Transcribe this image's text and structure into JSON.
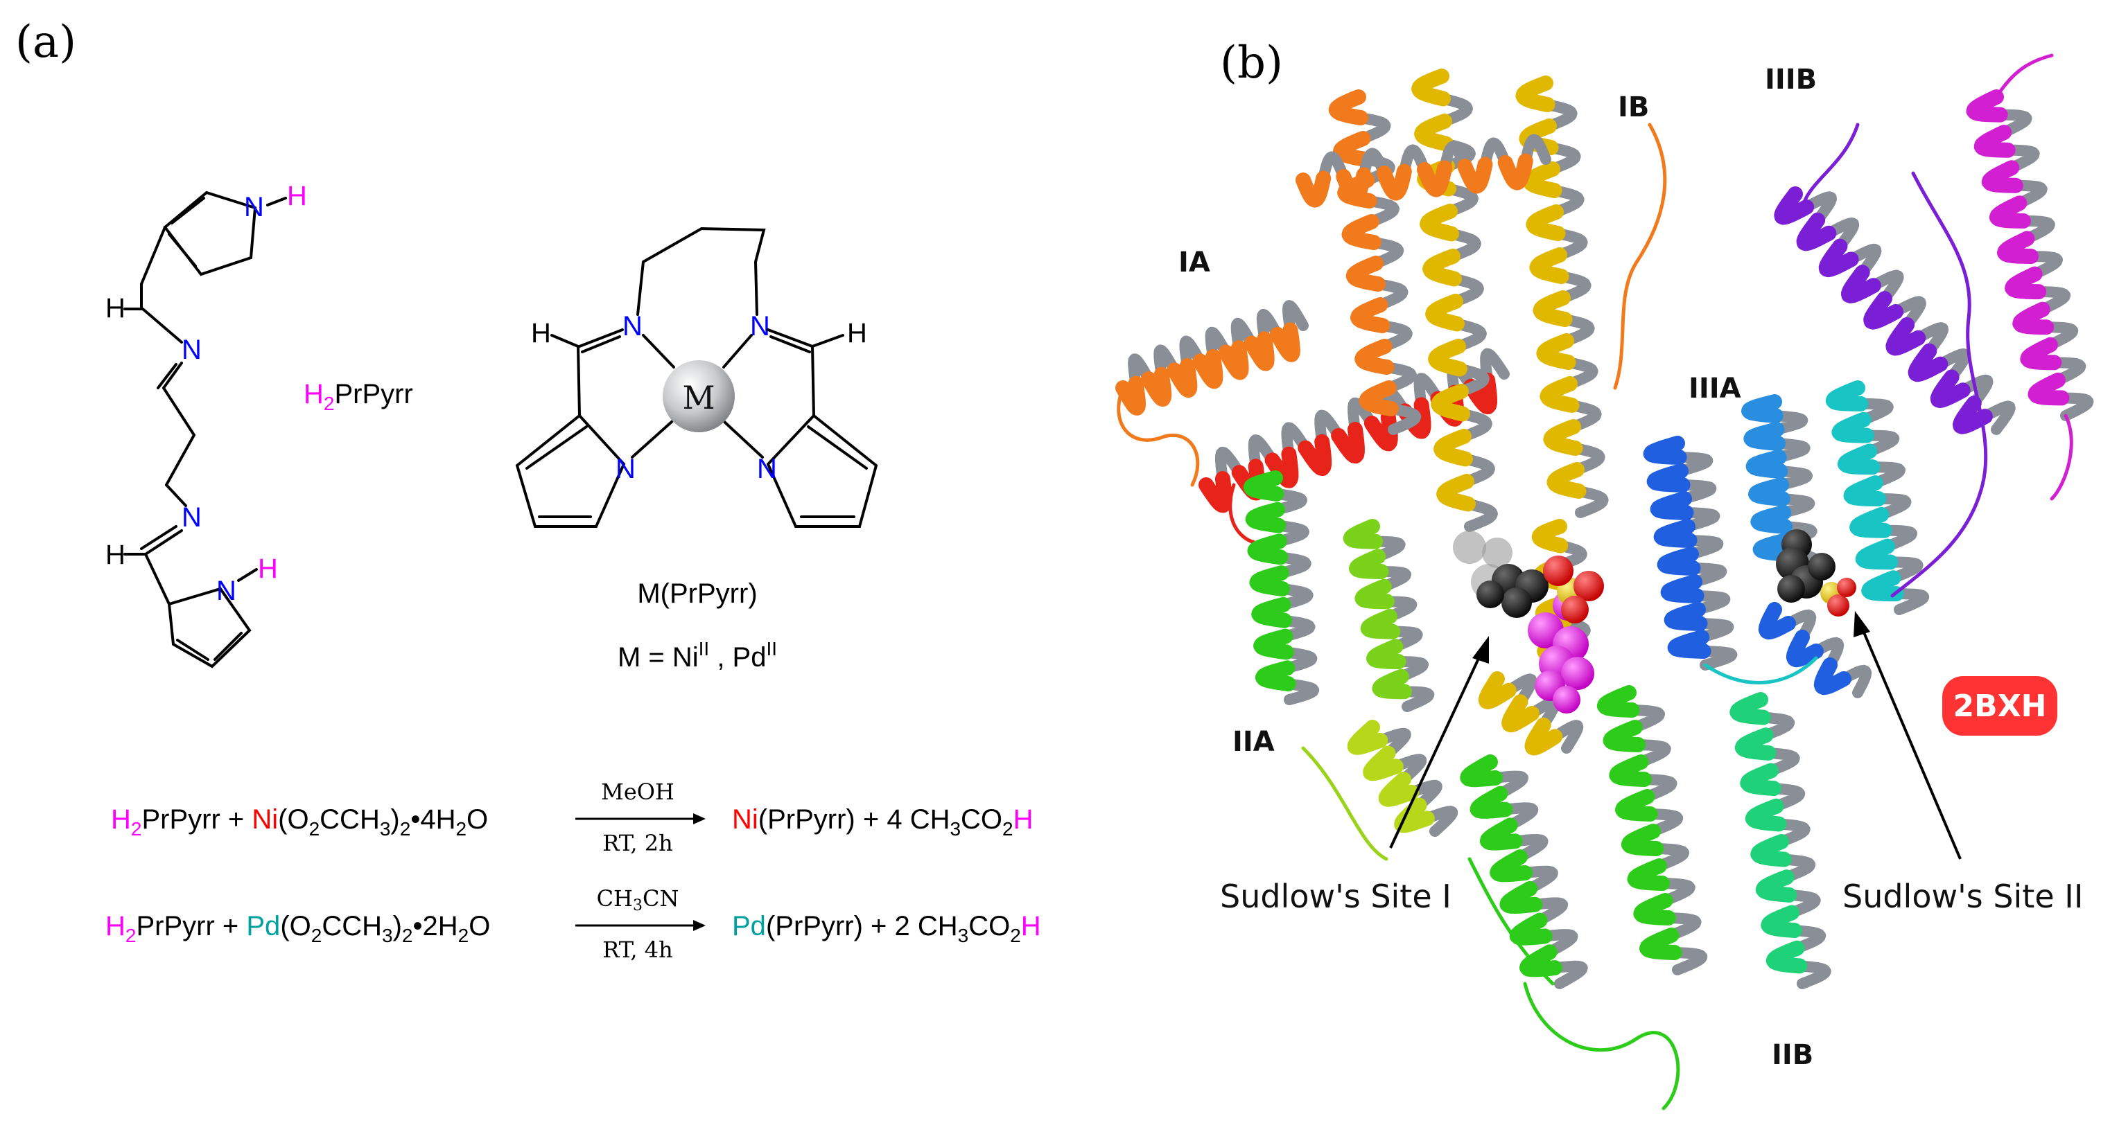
{
  "panels": {
    "a_label": "(a)",
    "b_label": "(b)"
  },
  "ligand": {
    "name_prefix": "H",
    "name_sub": "2",
    "name_rest": "PrPyrr",
    "atom_H": "H",
    "atom_N": "N"
  },
  "complex": {
    "metal": "M",
    "name": "M(PrPyrr)",
    "metal_line": {
      "lhs": "M = Ni",
      "ni_ox": "II",
      "sep": " , Pd",
      "pd_ox": "II"
    }
  },
  "reactions": [
    {
      "r1_H": "H",
      "r1_sub": "2",
      "r1_rest": "PrPyrr + ",
      "metal": "Ni",
      "metal_rest_a": "(O",
      "metal_sub1": "2",
      "metal_rest_b": "CCH",
      "metal_sub2": "3",
      "metal_rest_c": ")",
      "metal_sub3": "2",
      "hydrate": "•4H",
      "hydrate_sub": "2",
      "hydrate_end": "O",
      "solvent": "MeOH",
      "conditions": "RT, 2h",
      "p_metal": "Ni",
      "p_rest": "(PrPyrr) + 4 CH",
      "p_sub1": "3",
      "p_mid": "CO",
      "p_sub2": "2",
      "p_H": "H"
    },
    {
      "r1_H": "H",
      "r1_sub": "2",
      "r1_rest": "PrPyrr + ",
      "metal": "Pd",
      "metal_rest_a": "(O",
      "metal_sub1": "2",
      "metal_rest_b": "CCH",
      "metal_sub2": "3",
      "metal_rest_c": ")",
      "metal_sub3": "2",
      "hydrate": "•2H",
      "hydrate_sub": "2",
      "hydrate_end": "O",
      "solvent_a": "CH",
      "solvent_sub": "3",
      "solvent_b": "CN",
      "conditions": "RT, 4h",
      "p_metal": "Pd",
      "p_rest": "(PrPyrr) + 2 CH",
      "p_sub1": "3",
      "p_mid": "CO",
      "p_sub2": "2",
      "p_H": "H"
    }
  ],
  "protein": {
    "domains": [
      "IA",
      "IB",
      "IIA",
      "IIB",
      "IIIA",
      "IIIB"
    ],
    "site1": "Sudlow's Site I",
    "site2": "Sudlow's Site II",
    "pdb_id": "2BXH"
  },
  "colors": {
    "magenta": "#ff00ff",
    "red": "#ff0000",
    "teal": "#00a0a0",
    "nitrogen_blue": "#0000ff",
    "badge_red": "#ff3333",
    "domain_I_red": "#e8231a",
    "domain_I_orange": "#f07a1c",
    "domain_IB_gold": "#e0b800",
    "domain_II_green": "#2ecc1a",
    "domain_IIIA_blue": "#1f5fe0",
    "domain_IIIA_cyan": "#18c4c4",
    "domain_IIIB_purple": "#7a1fd6",
    "domain_IIIB_magenta": "#d11fd1",
    "helix_back_grey": "#8a8e96"
  }
}
